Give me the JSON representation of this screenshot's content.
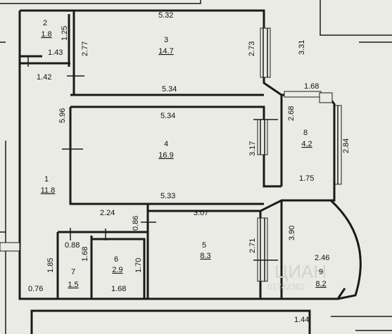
{
  "rooms": [
    {
      "id": "1",
      "number": "1",
      "area": "11.8"
    },
    {
      "id": "2",
      "number": "2",
      "area": "1.8"
    },
    {
      "id": "3",
      "number": "3",
      "area": "14.7"
    },
    {
      "id": "4",
      "number": "4",
      "area": "16.9"
    },
    {
      "id": "5",
      "number": "5",
      "area": "8.3"
    },
    {
      "id": "6",
      "number": "6",
      "area": "2.9"
    },
    {
      "id": "7",
      "number": "7",
      "area": "1.5"
    },
    {
      "id": "8",
      "number": "8",
      "area": "4.2"
    },
    {
      "id": "9",
      "number": "9",
      "area": "8.2"
    }
  ],
  "dimensions": {
    "room3_top": "5.32",
    "room3_left": "2.77",
    "room3_right": "2.73",
    "room3_bottom": "5.34",
    "outer_right_top": "3.31",
    "room2_right": "1.25",
    "room2_bottom": "1.43",
    "corridor_top": "1.42",
    "room1_height": "5.96",
    "room4_top": "5.34",
    "room4_right": "3.17",
    "room4_bottom": "5.33",
    "room8_top": "1.68",
    "room8_left": "2.68",
    "room8_right": "2.84",
    "room8_bottom": "1.75",
    "hall_width": "2.24",
    "room5_top": "3.07",
    "hall_depth": "0.86",
    "room5_left": "2.71",
    "room9_left": "3.90",
    "room9_width": "2.46",
    "room9_bottom": "1.44",
    "room7_top": "0.88",
    "room7_right": "1.68",
    "room7_left": "1.85",
    "room7_bottom": "0.76",
    "room6_right": "1.70",
    "room6_bottom": "1.68"
  },
  "watermark": {
    "brand": "ЦИАН",
    "code": "01742362"
  }
}
